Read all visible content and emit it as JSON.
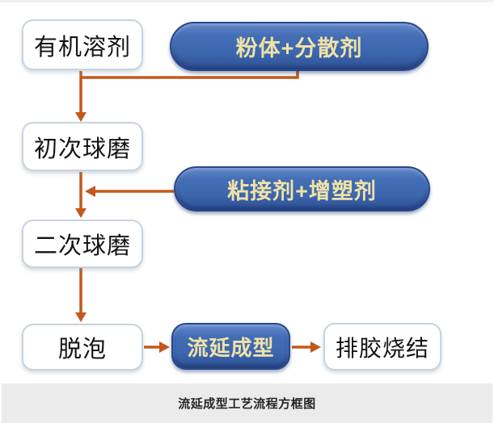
{
  "diagram": {
    "nodes": {
      "organic_solvent": "有机溶剂",
      "powder_dispersant": "粉体+分散剂",
      "first_ball_milling": "初次球磨",
      "binder_plasticizer": "粘接剂+增塑剂",
      "second_ball_milling": "二次球磨",
      "defoaming": "脱泡",
      "tape_casting": "流延成型",
      "debinding_sintering": "排胶烧结"
    },
    "caption": "流延成型工艺流程方框图",
    "colors": {
      "pill_fill": "#3c66ae",
      "pill_border": "#27478d",
      "pill_text": "#f0e2a6",
      "arrow": "#c2591c",
      "box_border": "#c9d3de",
      "box_text": "#141414",
      "caption_bar": "#ebebeb",
      "caption_text": "#262626",
      "background": "#ffffff"
    }
  }
}
